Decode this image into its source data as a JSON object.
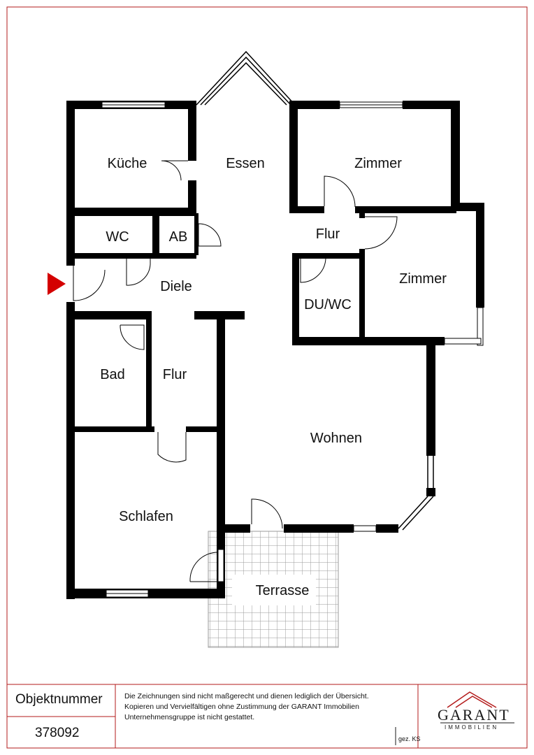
{
  "rooms": {
    "kueche": "Küche",
    "essen": "Essen",
    "zimmer1": "Zimmer",
    "wc": "WC",
    "ab": "AB",
    "flur1": "Flur",
    "zimmer2": "Zimmer",
    "diele": "Diele",
    "duwc": "DU/WC",
    "bad": "Bad",
    "flur2": "Flur",
    "wohnen": "Wohnen",
    "schlafen": "Schlafen",
    "terrasse": "Terrasse"
  },
  "title_block": {
    "label": "Objektnummer",
    "number": "378092",
    "disclaimer_line1": "Die Zeichnungen sind nicht maßgerecht und dienen lediglich der Übersicht.",
    "disclaimer_line2": "Kopieren und Vervielfältigen ohne Zustimmung der GARANT Immobilien",
    "disclaimer_line3": "Unternehmensgruppe ist nicht gestattet.",
    "signature": "gez. KS",
    "logo_name": "GARANT",
    "logo_sub": "IMMOBILIEN"
  },
  "colors": {
    "wall": "#000000",
    "frame": "#b31b1b",
    "entry_marker": "#d40000",
    "terrace_grid": "#9a9a9a"
  }
}
